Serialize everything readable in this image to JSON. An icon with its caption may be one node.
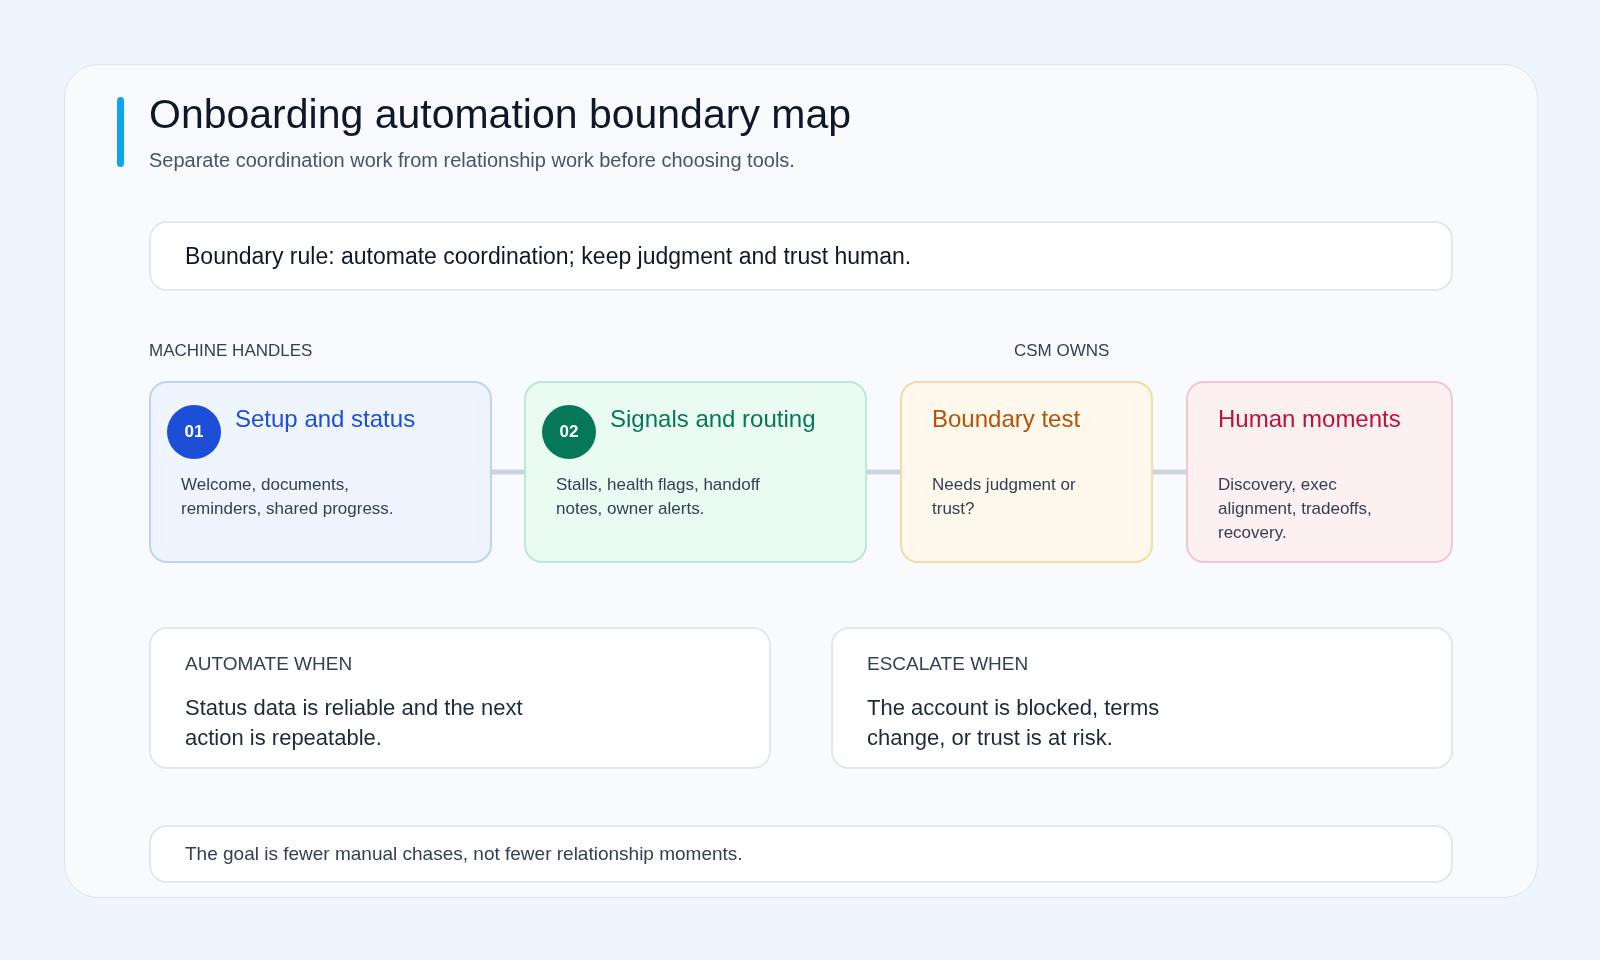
{
  "diagram": {
    "title": "Onboarding automation boundary map",
    "caption": "Separate coordination work from relationship work before choosing tools.",
    "nodes": [
      {
        "text": [
          "Boundary rule: automate coordination; keep judgment and trust human."
        ]
      },
      {
        "text": [
          "01",
          "Setup and status",
          "Welcome, documents, reminders, shared progress."
        ]
      },
      {
        "text": [
          "02",
          "Signals and routing",
          "Stalls, health flags, handoff notes, owner alerts."
        ]
      },
      {
        "text": [
          "Boundary test",
          "Needs judgment or trust?"
        ]
      },
      {
        "text": [
          "Human moments",
          "Discovery, exec alignment, tradeoffs, recovery."
        ]
      },
      {
        "text": [
          "AUTOMATE WHEN",
          "Status data is reliable and the next action is repeatable."
        ]
      },
      {
        "text": [
          "ESCALATE WHEN",
          "The account is blocked, terms change, or trust is at risk."
        ]
      },
      {
        "text": [
          "The goal is fewer manual chases, not fewer relationship moments."
        ]
      }
    ],
    "edges": [
      {
        "from": 1,
        "to": 2,
        "arrow": "none"
      },
      {
        "from": 2,
        "to": 3,
        "arrow": "none"
      },
      {
        "from": 3,
        "to": 4,
        "arrow": "none"
      }
    ],
    "labels": [
      "MACHINE HANDLES",
      "CSM OWNS"
    ]
  }
}
